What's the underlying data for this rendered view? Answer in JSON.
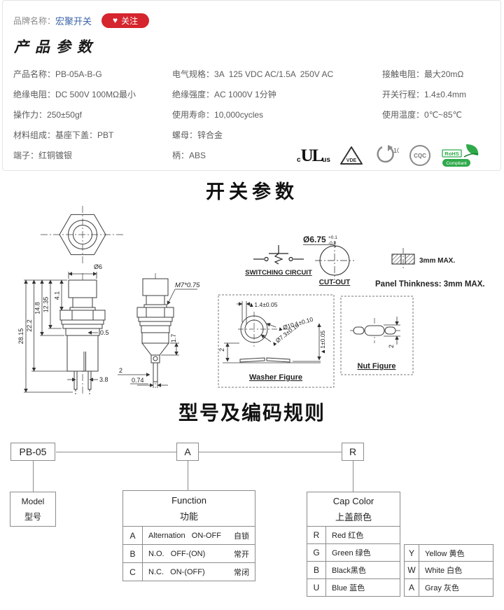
{
  "brand": {
    "label": "品牌名称：",
    "name": "宏聚开关",
    "heart": "♥",
    "follow_label": "关注"
  },
  "product_params": {
    "title": "产品参数",
    "rows": [
      {
        "c1k": "产品名称：",
        "c1v": "PB-05A-B-G",
        "c2k": "电气规格：",
        "c2v": "3A  125 VDC AC/1.5A  250V AC",
        "c3k": "接触电阻：",
        "c3v": "最大20mΩ"
      },
      {
        "c1k": "绝缘电阻：",
        "c1v": "DC 500V 100MΩ最小",
        "c2k": "绝缘强度：",
        "c2v": "AC 1000V 1分钟",
        "c3k": "开关行程：",
        "c3v": "1.4±0.4mm"
      },
      {
        "c1k": "操作力：",
        "c1v": "250±50gf",
        "c2k": "使用寿命：",
        "c2v": "10,000cycles",
        "c3k": "使用温度：",
        "c3v": "0℃~85℃"
      },
      {
        "c1k": "材料组成：",
        "c1v": "基座下盖：PBT",
        "c2k": "螺母：",
        "c2v": "锌合金"
      },
      {
        "c1k": "端子：",
        "c1v": "红铜镀银",
        "c2k": "柄：",
        "c2v": "ABS"
      }
    ],
    "certs": {
      "ul_prefix": "c",
      "ul": "UL",
      "ul_suffix": "us",
      "vde": "VDE",
      "efup": "10",
      "cqc": "CQC",
      "rohs_line1": "RoHS",
      "rohs_line2": "Compliant"
    }
  },
  "sections": {
    "switch_title": "开关参数",
    "model_title": "型号及编码规则"
  },
  "drawing": {
    "dims": {
      "dia6": "Ø6",
      "d2815": "28.15",
      "d222": "22.2",
      "d148": "14.8",
      "d1235": "12.35",
      "d41": "4.1",
      "d05": "0.5",
      "d38": "3.8",
      "m7": "M7*0.75",
      "d17": "1.7",
      "d2": "2",
      "d074": "0.74"
    },
    "circuit_label": "SWITCHING CIRCUIT",
    "cutout": {
      "dia": "Ø6.75",
      "tol_up": "+0.1",
      "tol_dn": "-0.0",
      "label": "CUT-OUT"
    },
    "panel": {
      "dim": "3mm MAX.",
      "note": "Panel Thinkness: 3mm MAX."
    },
    "washer": {
      "d1": "▲1.4±0.05",
      "d2": "▲Ø10.1±0.10",
      "d3": "▲Ø7.3±0.10",
      "d4": "▲1±0.05",
      "d5": "2",
      "label": "Washer Figure"
    },
    "nut": {
      "d1": "2",
      "label": "Nut Figure"
    }
  },
  "coding": {
    "model_code": "PB-05",
    "function_code": "A",
    "cap_code": "R",
    "model_box": {
      "en": "Model",
      "zh": "型号"
    },
    "function_table": {
      "title_en": "Function",
      "title_zh": "功能",
      "rows": [
        {
          "code": "A",
          "desc": "Alternation   ON-OFF",
          "zh": "自锁"
        },
        {
          "code": "B",
          "desc": "N.O.   OFF-(ON)",
          "zh": "常开"
        },
        {
          "code": "C",
          "desc": "N.C.   ON-(OFF)",
          "zh": "常闭"
        }
      ]
    },
    "cap_table": {
      "title_en": "Cap Color",
      "title_zh": "上盖颜色",
      "left_rows": [
        {
          "code": "R",
          "desc": "Red 红色"
        },
        {
          "code": "G",
          "desc": "Green 绿色"
        },
        {
          "code": "B",
          "desc": "Black黑色"
        },
        {
          "code": "U",
          "desc": "Blue 蓝色"
        }
      ],
      "right_rows": [
        {
          "code": "Y",
          "desc": "Yellow 黄色"
        },
        {
          "code": "W",
          "desc": "White 白色"
        },
        {
          "code": "A",
          "desc": "Gray 灰色"
        }
      ]
    }
  },
  "colors": {
    "accent_red": "#d5252e",
    "link_blue": "#3b64a8",
    "rohs_green": "#2faa4a"
  }
}
